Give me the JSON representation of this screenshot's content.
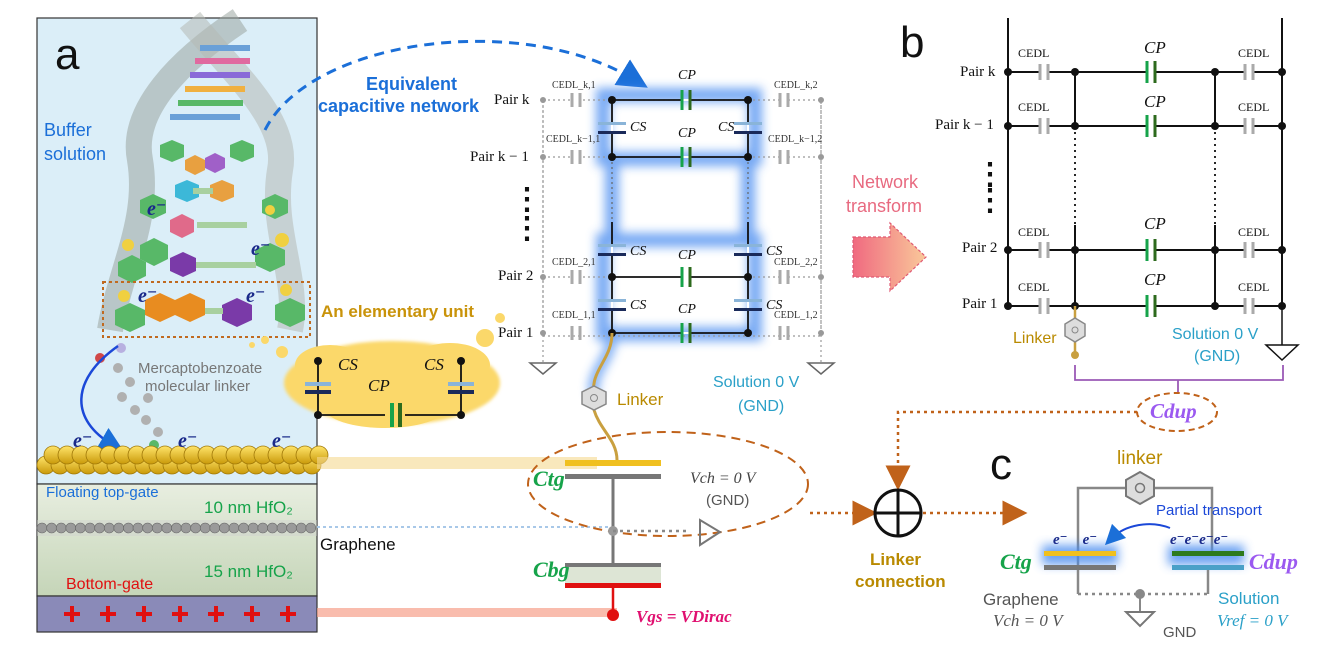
{
  "panels": {
    "a": "a",
    "b": "b",
    "c": "c"
  },
  "left": {
    "buffer": "Buffer",
    "solution": "solution",
    "electron": "e⁻",
    "linker_line1": "Mercaptobenzoate",
    "linker_line2": "molecular linker",
    "floating_gate": "Floating top-gate",
    "hfo2_top": "10 nm HfO₂",
    "graphene": "Graphene",
    "hfo2_bottom": "15 nm HfO₂",
    "bottom_gate": "Bottom-gate",
    "plus": "+"
  },
  "network": {
    "title1": "Equivalent",
    "title2": "capacitive network",
    "pair_k": "Pair k",
    "pair_k1": "Pair k − 1",
    "pair_2": "Pair 2",
    "pair_1": "Pair 1",
    "vdots": "⋮",
    "cp": "CP",
    "cs": "CS",
    "cedl_k1": "CEDL_k,1",
    "cedl_k2": "CEDL_k,2",
    "cedl_km11": "CEDL_k−1,1",
    "cedl_km12": "CEDL_k−1,2",
    "cedl_21": "CEDL_2,1",
    "cedl_22": "CEDL_2,2",
    "cedl_11": "CEDL_1,1",
    "cedl_12": "CEDL_1,2",
    "elementary": "An elementary unit",
    "linker": "Linker",
    "solution1": "Solution 0 V",
    "solution2": "(GND)"
  },
  "gate": {
    "ctg": "Ctg",
    "cbg": "Cbg",
    "vch1": "Vch = 0 V",
    "vch2": "(GND)",
    "vgs": "Vgs = VDirac"
  },
  "transform": {
    "line1": "Network",
    "line2": "transform"
  },
  "panel_b": {
    "cedl": "CEDL",
    "cp": "CP",
    "pair_k": "Pair k",
    "pair_k1": "Pair k − 1",
    "pair_2": "Pair 2",
    "pair_1": "Pair 1",
    "linker": "Linker",
    "solution1": "Solution 0 V",
    "solution2": "(GND)",
    "cdup": "Cdup"
  },
  "junction": {
    "line1": "Linker",
    "line2": "connection"
  },
  "panel_c": {
    "linker": "linker",
    "partial": "Partial transport",
    "ctg": "Ctg",
    "cdup": "Cdup",
    "electrons_left": "e⁻    e⁻",
    "electrons_right": "e⁻e⁻e⁻e⁻",
    "graphene": "Graphene",
    "vch": "Vch = 0 V",
    "gnd": "GND",
    "solution": "Solution",
    "vref": "Vref = 0 V"
  },
  "colors": {
    "blue": "#1b6fd8",
    "gold": "#b98a00",
    "green": "#16a34a",
    "purple": "#9b59f0",
    "pink": "#e05a74",
    "red": "#e01010",
    "cyan": "#2aa0c8",
    "orange": "#c0621a"
  }
}
